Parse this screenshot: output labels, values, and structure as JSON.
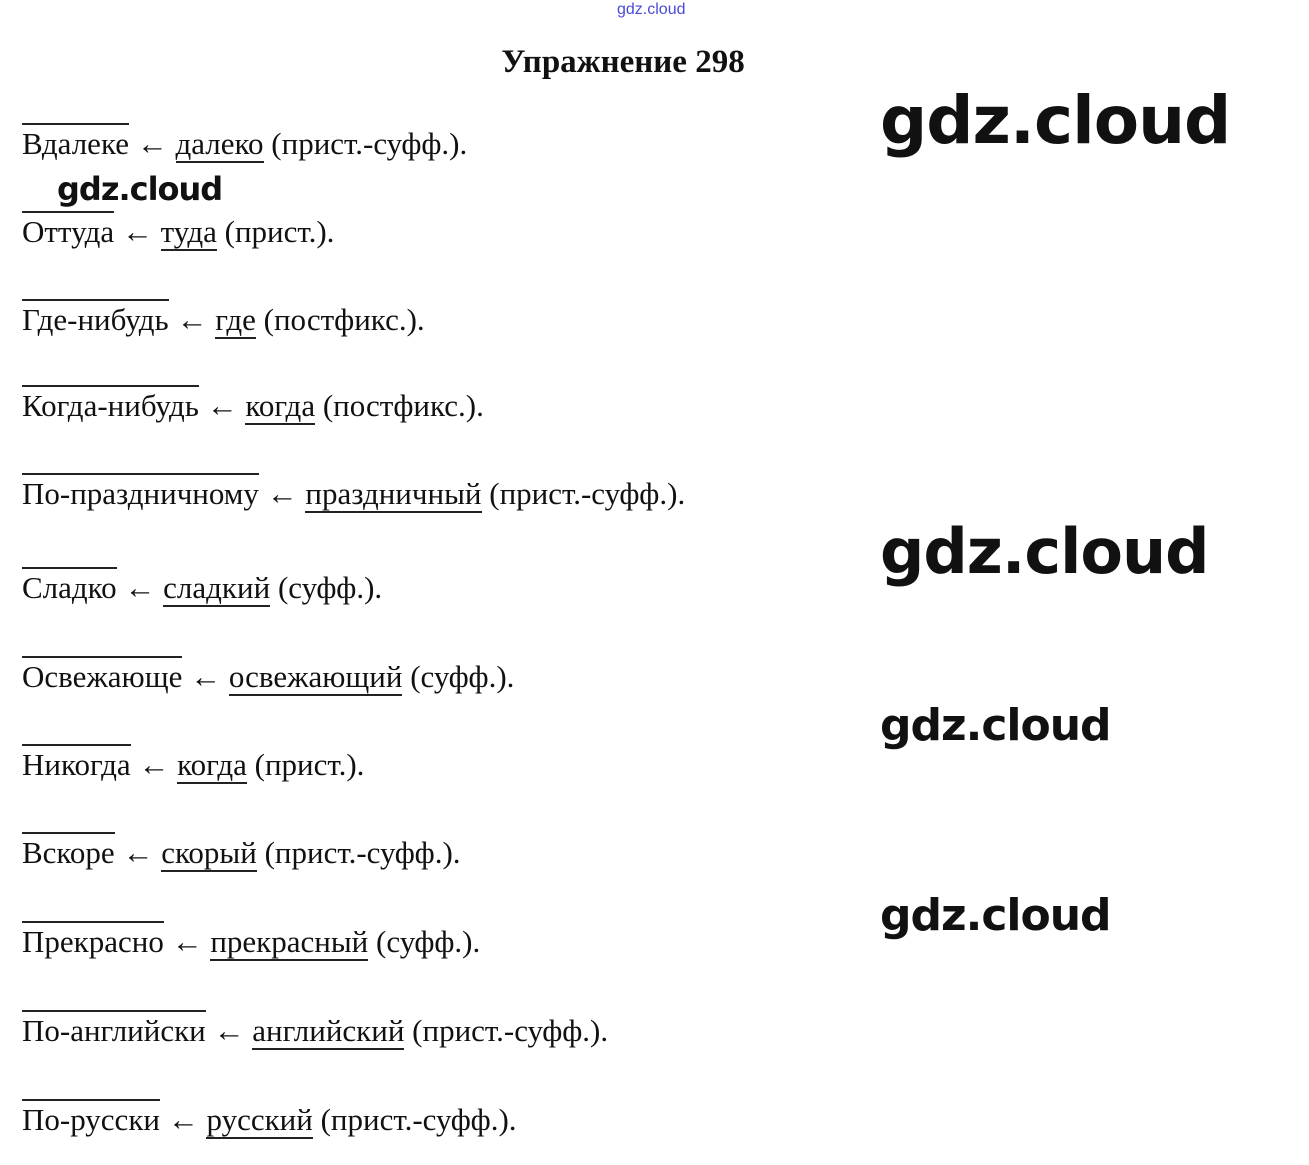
{
  "watermark_small": "gdz.cloud",
  "title": "Упражнение 298",
  "watermark": "gdz.cloud",
  "arrow": "←",
  "entries": [
    {
      "word": "Вдалеке",
      "base": "далеко",
      "note": "(прист.-суфф.)."
    },
    {
      "word": "Оттуда",
      "base": "туда",
      "note": "(прист.)."
    },
    {
      "word": "Где-нибудь",
      "base": "где",
      "note": "(постфикс.)."
    },
    {
      "word": "Когда-нибудь",
      "base": "когда",
      "note": "(постфикс.)."
    },
    {
      "word": "По-праздничному",
      "base": "праздничный",
      "note": "(прист.-суфф.)."
    },
    {
      "word": "Сладко",
      "base": "сладкий",
      "note": "(суфф.)."
    },
    {
      "word": "Освежающе",
      "base": "освежающий",
      "note": "(суфф.)."
    },
    {
      "word": "Никогда",
      "base": "когда",
      "note": "(прист.)."
    },
    {
      "word": "Вскоре",
      "base": "скорый",
      "note": "(прист.-суфф.)."
    },
    {
      "word": "Прекрасно",
      "base": "прекрасный",
      "note": "(суфф.)."
    },
    {
      "word": "По-английски",
      "base": "английский",
      "note": "(прист.-суфф.)."
    },
    {
      "word": "По-русски",
      "base": "русский",
      "note": "(прист.-суфф.)."
    }
  ]
}
